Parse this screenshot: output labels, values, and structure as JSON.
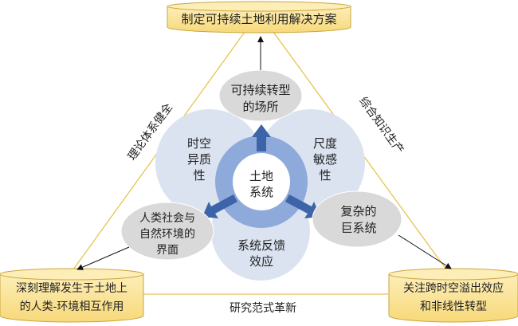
{
  "goal": "制定可持续土地利用解决方案",
  "left_box": [
    "深刻理解发生于土地上",
    "的人类-环境相互作用"
  ],
  "right_box": [
    "关注跨时空溢出效应",
    "和非线性转型"
  ],
  "edges": {
    "left": "理论体系健全",
    "right": "综合知识生产",
    "bottom": "研究范式革新"
  },
  "center": [
    "土地",
    "系统"
  ],
  "properties": {
    "left": [
      "时空",
      "异质",
      "性"
    ],
    "right": [
      "尺度",
      "敏感",
      "性"
    ],
    "bottom": [
      "系统反馈",
      "效应"
    ]
  },
  "roles": {
    "top": [
      "可持续转型",
      "的场所"
    ],
    "left": [
      "人类社会与",
      "自然环境的",
      "界面"
    ],
    "right": [
      "复杂的",
      "巨系统"
    ]
  },
  "colors": {
    "box": "#fbe49a",
    "box_stroke": "#c9a53c",
    "line": "#e8c44e",
    "circle": "#dbe3f1",
    "ring": "#8eaadb",
    "arrow": "#3d63a8",
    "ellipse": "#d9d9d9"
  }
}
